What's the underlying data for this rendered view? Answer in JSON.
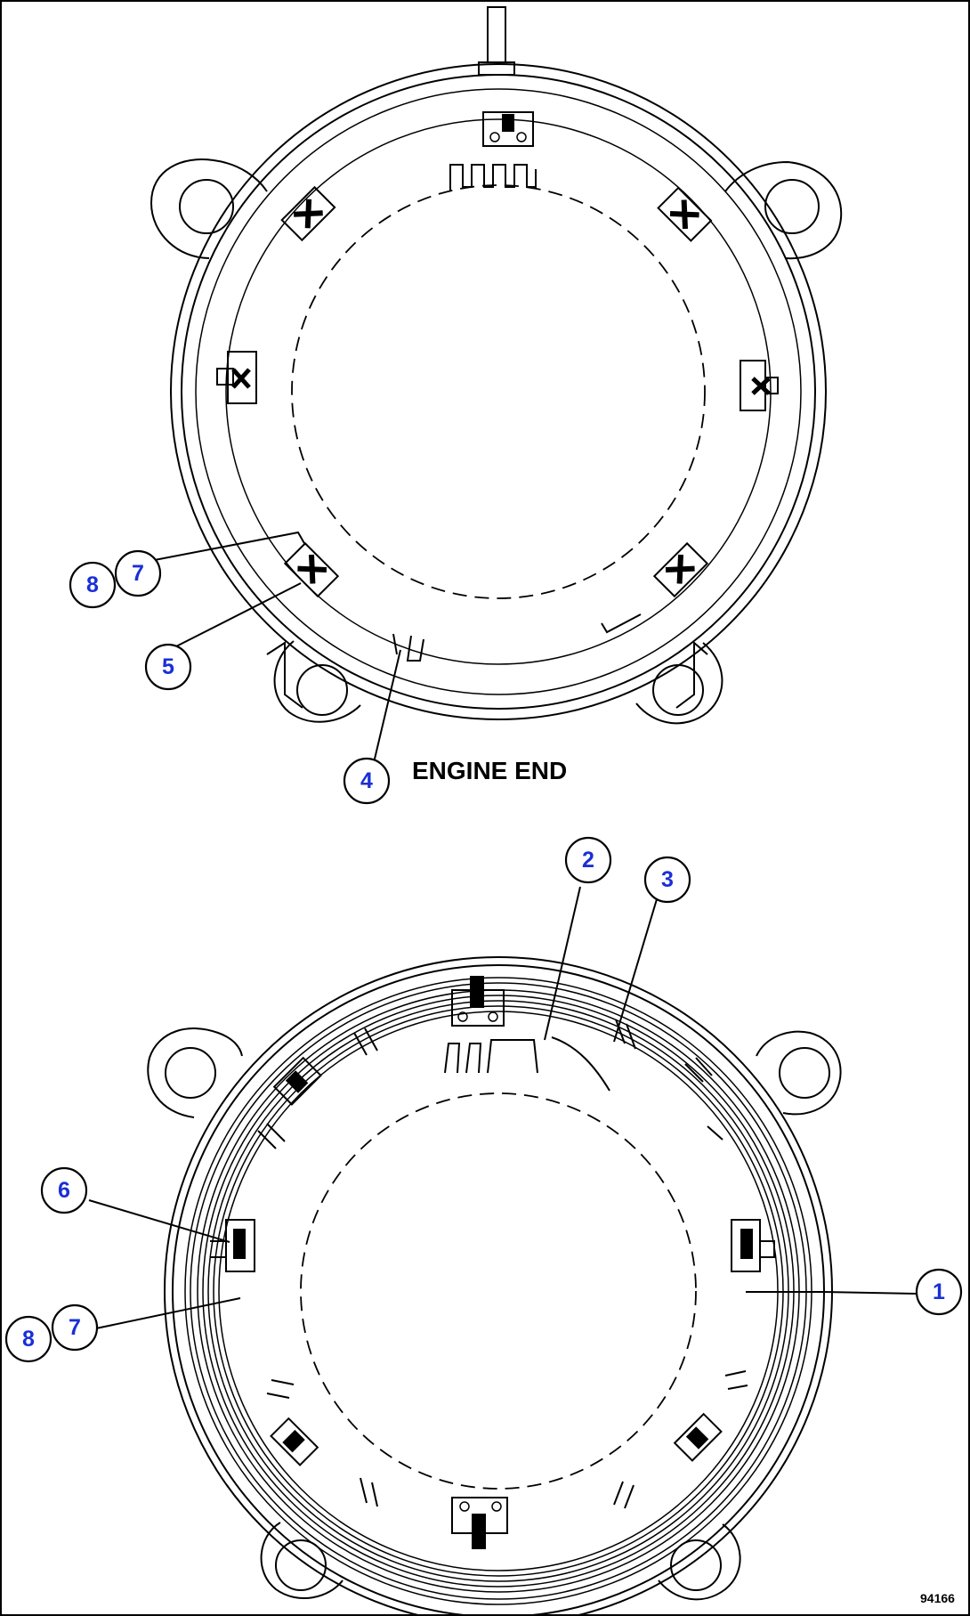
{
  "diagram": {
    "caption": "ENGINE END",
    "figure_id": "94166",
    "callouts": {
      "top_8": "8",
      "top_7": "7",
      "top_5": "5",
      "top_4": "4",
      "bottom_2": "2",
      "bottom_3": "3",
      "bottom_6": "6",
      "bottom_1": "1",
      "bottom_8": "8",
      "bottom_7": "7"
    }
  }
}
